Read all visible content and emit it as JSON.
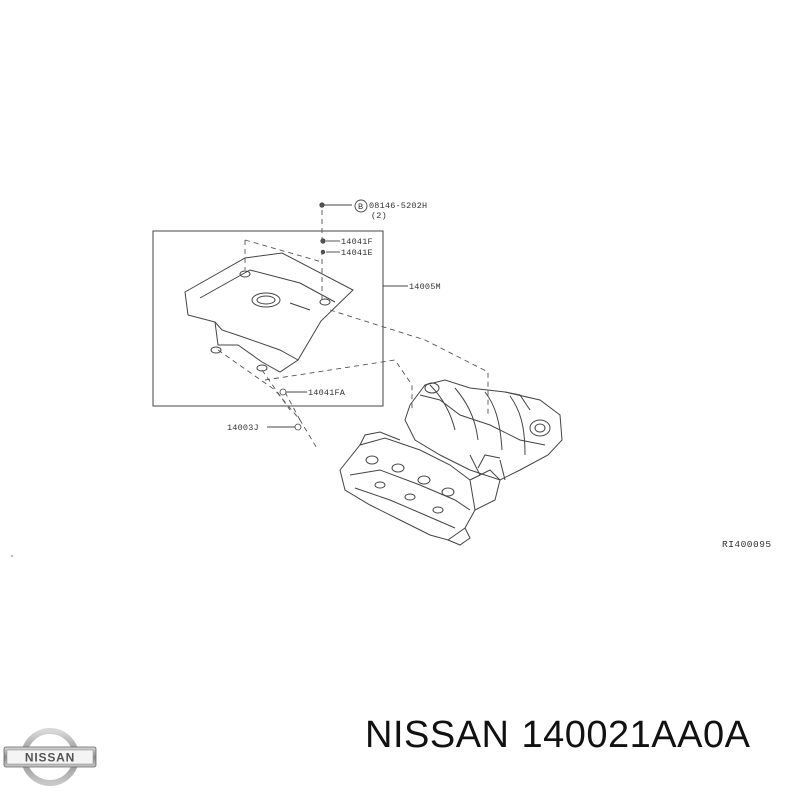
{
  "diagram": {
    "callouts": {
      "bolt": "08146-5202H",
      "bolt_qty": "(2)",
      "p14041F": "14041F",
      "p14041E": "14041E",
      "p14005M": "14005M",
      "p14041FA": "14041FA",
      "p14003J": "14003J",
      "bolt_symbol": "B"
    },
    "reference_code": "RI400095"
  },
  "brand": {
    "logo_text": "NISSAN",
    "name": "NISSAN",
    "part_number": "140021AA0A"
  },
  "colors": {
    "line": "#444444",
    "caption": "#111111"
  }
}
